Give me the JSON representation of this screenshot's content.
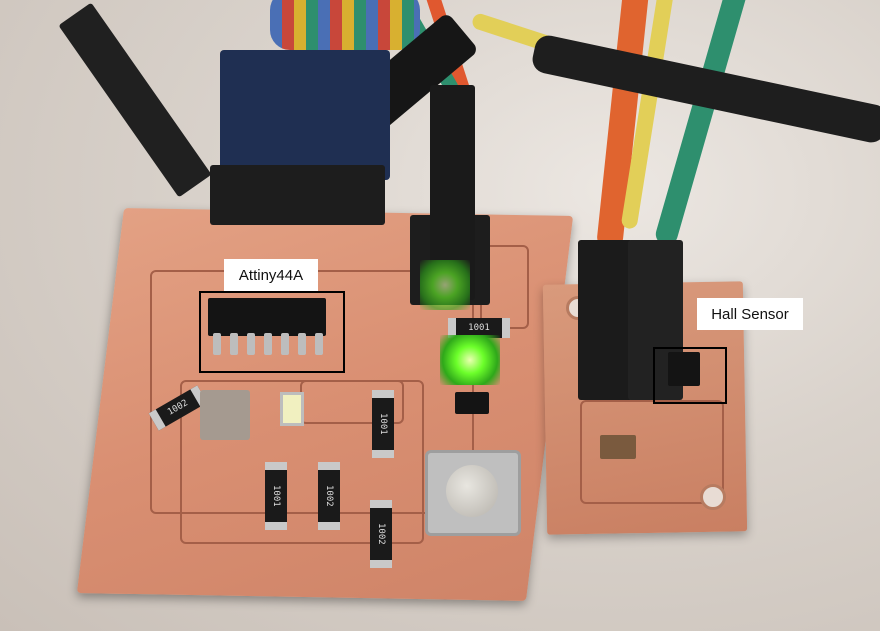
{
  "image": {
    "description": "Photo of a homemade milled copper PCB with ATtiny44A microcontroller, resistors, LEDs and pushbutton, connected via jumper wires to a small hall-sensor board",
    "annotations": [
      {
        "label": "Attiny44A",
        "target": "microcontroller-chip"
      },
      {
        "label": "Hall Sensor",
        "target": "hall-sensor-chip"
      }
    ],
    "resistor_markings": [
      "1001",
      "1002",
      "1002",
      "1001",
      "1002",
      "1001"
    ],
    "colors": {
      "pcb_copper": "#d98f72",
      "led_green": "#6cff2a",
      "wire_red": "#e0582f",
      "wire_yellow": "#e2cf58",
      "wire_green": "#2e8f6e",
      "annotation_frame": "#000000",
      "annotation_label_bg": "#ffffff"
    }
  }
}
